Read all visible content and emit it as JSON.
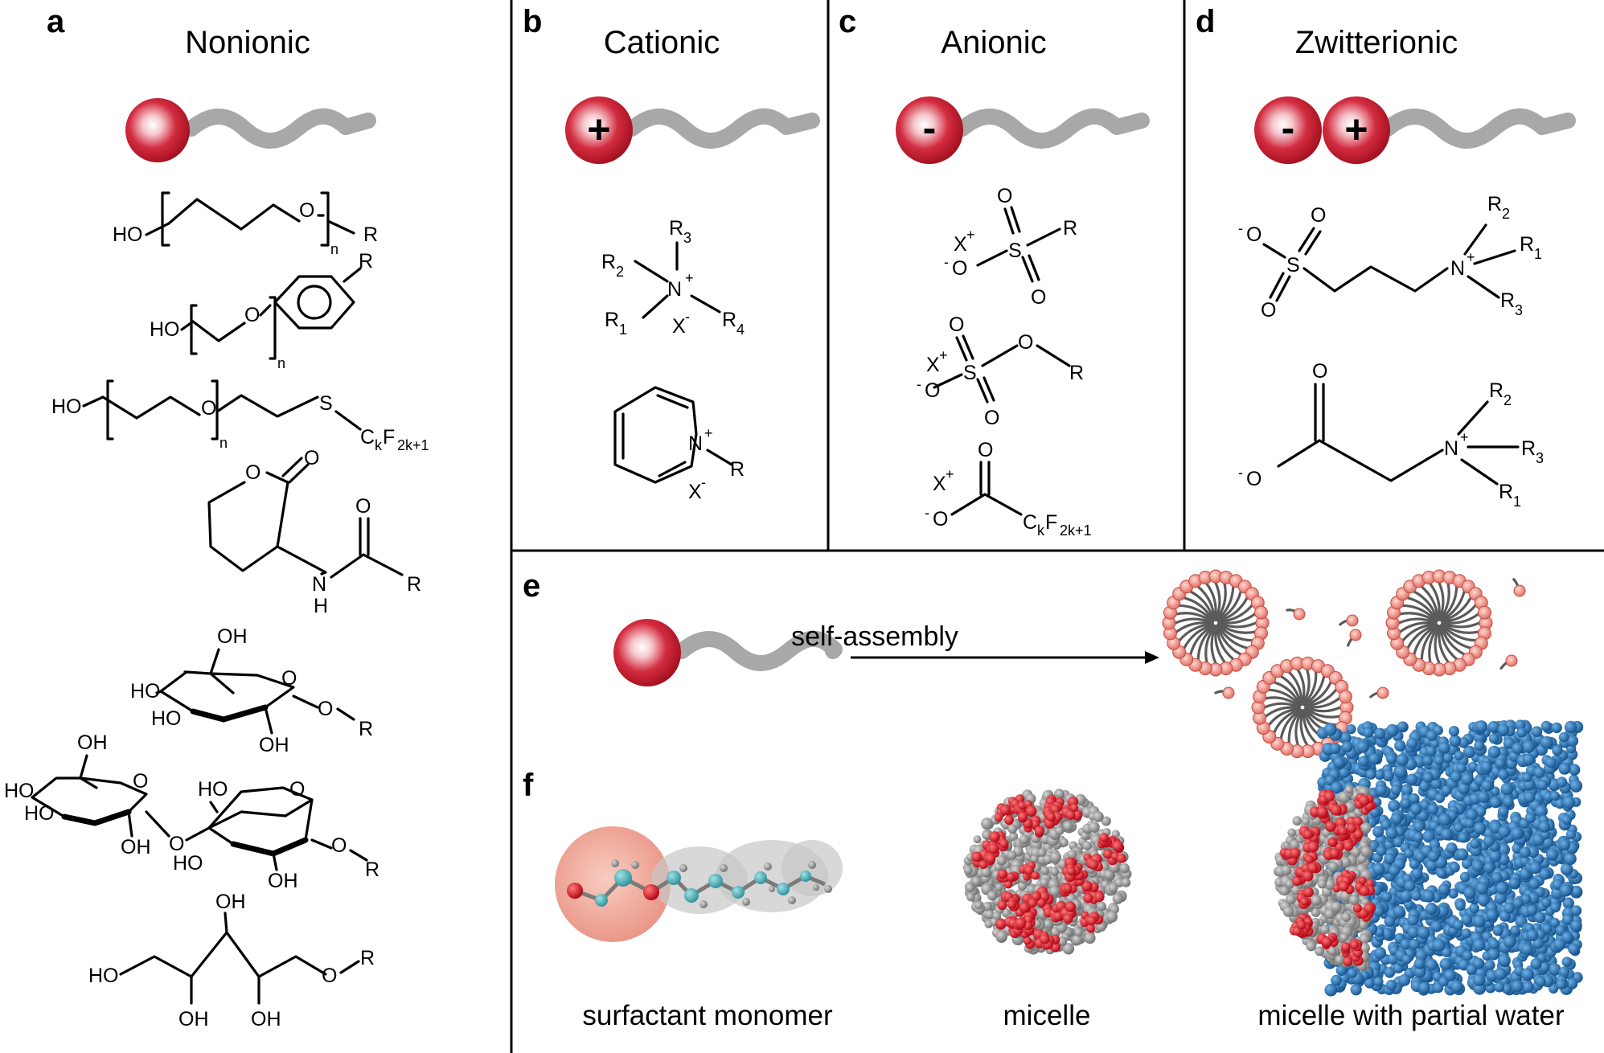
{
  "panels": {
    "a": {
      "letter": "a",
      "title": "Nonionic"
    },
    "b": {
      "letter": "b",
      "title": "Cationic"
    },
    "c": {
      "letter": "c",
      "title": "Anionic"
    },
    "d": {
      "letter": "d",
      "title": "Zwitterionic"
    },
    "e": {
      "letter": "e",
      "arrow_label": "self-assembly"
    },
    "f": {
      "letter": "f"
    }
  },
  "charges": {
    "plus": "+",
    "minus": "-"
  },
  "atoms": {
    "HO": "HO",
    "OH": "OH",
    "O": "O",
    "R": "R",
    "N": "N",
    "S": "S",
    "H": "H",
    "X": "X",
    "C": "C",
    "F": "F",
    "R1": "R",
    "R2": "R",
    "R3": "R",
    "R4": "R"
  },
  "subs": {
    "n": "n",
    "one": "1",
    "two": "2",
    "three": "3",
    "four": "4",
    "k": "k",
    "twok1": "2k+1",
    "plus": "+",
    "minus": "-"
  },
  "labels_f": {
    "monomer": "surfactant monomer",
    "micelle": "micelle",
    "micelle_water": "micelle with partial water"
  },
  "colors": {
    "head_red": "#c0182b",
    "head_light": "#ffffff",
    "tail_gray": "#a8a8a8",
    "water_blue": "#2a6fb0",
    "micelle_red": "#d21a1a",
    "micelle_gray": "#8c8c8c",
    "bead_pink": "#ef8a7e"
  }
}
